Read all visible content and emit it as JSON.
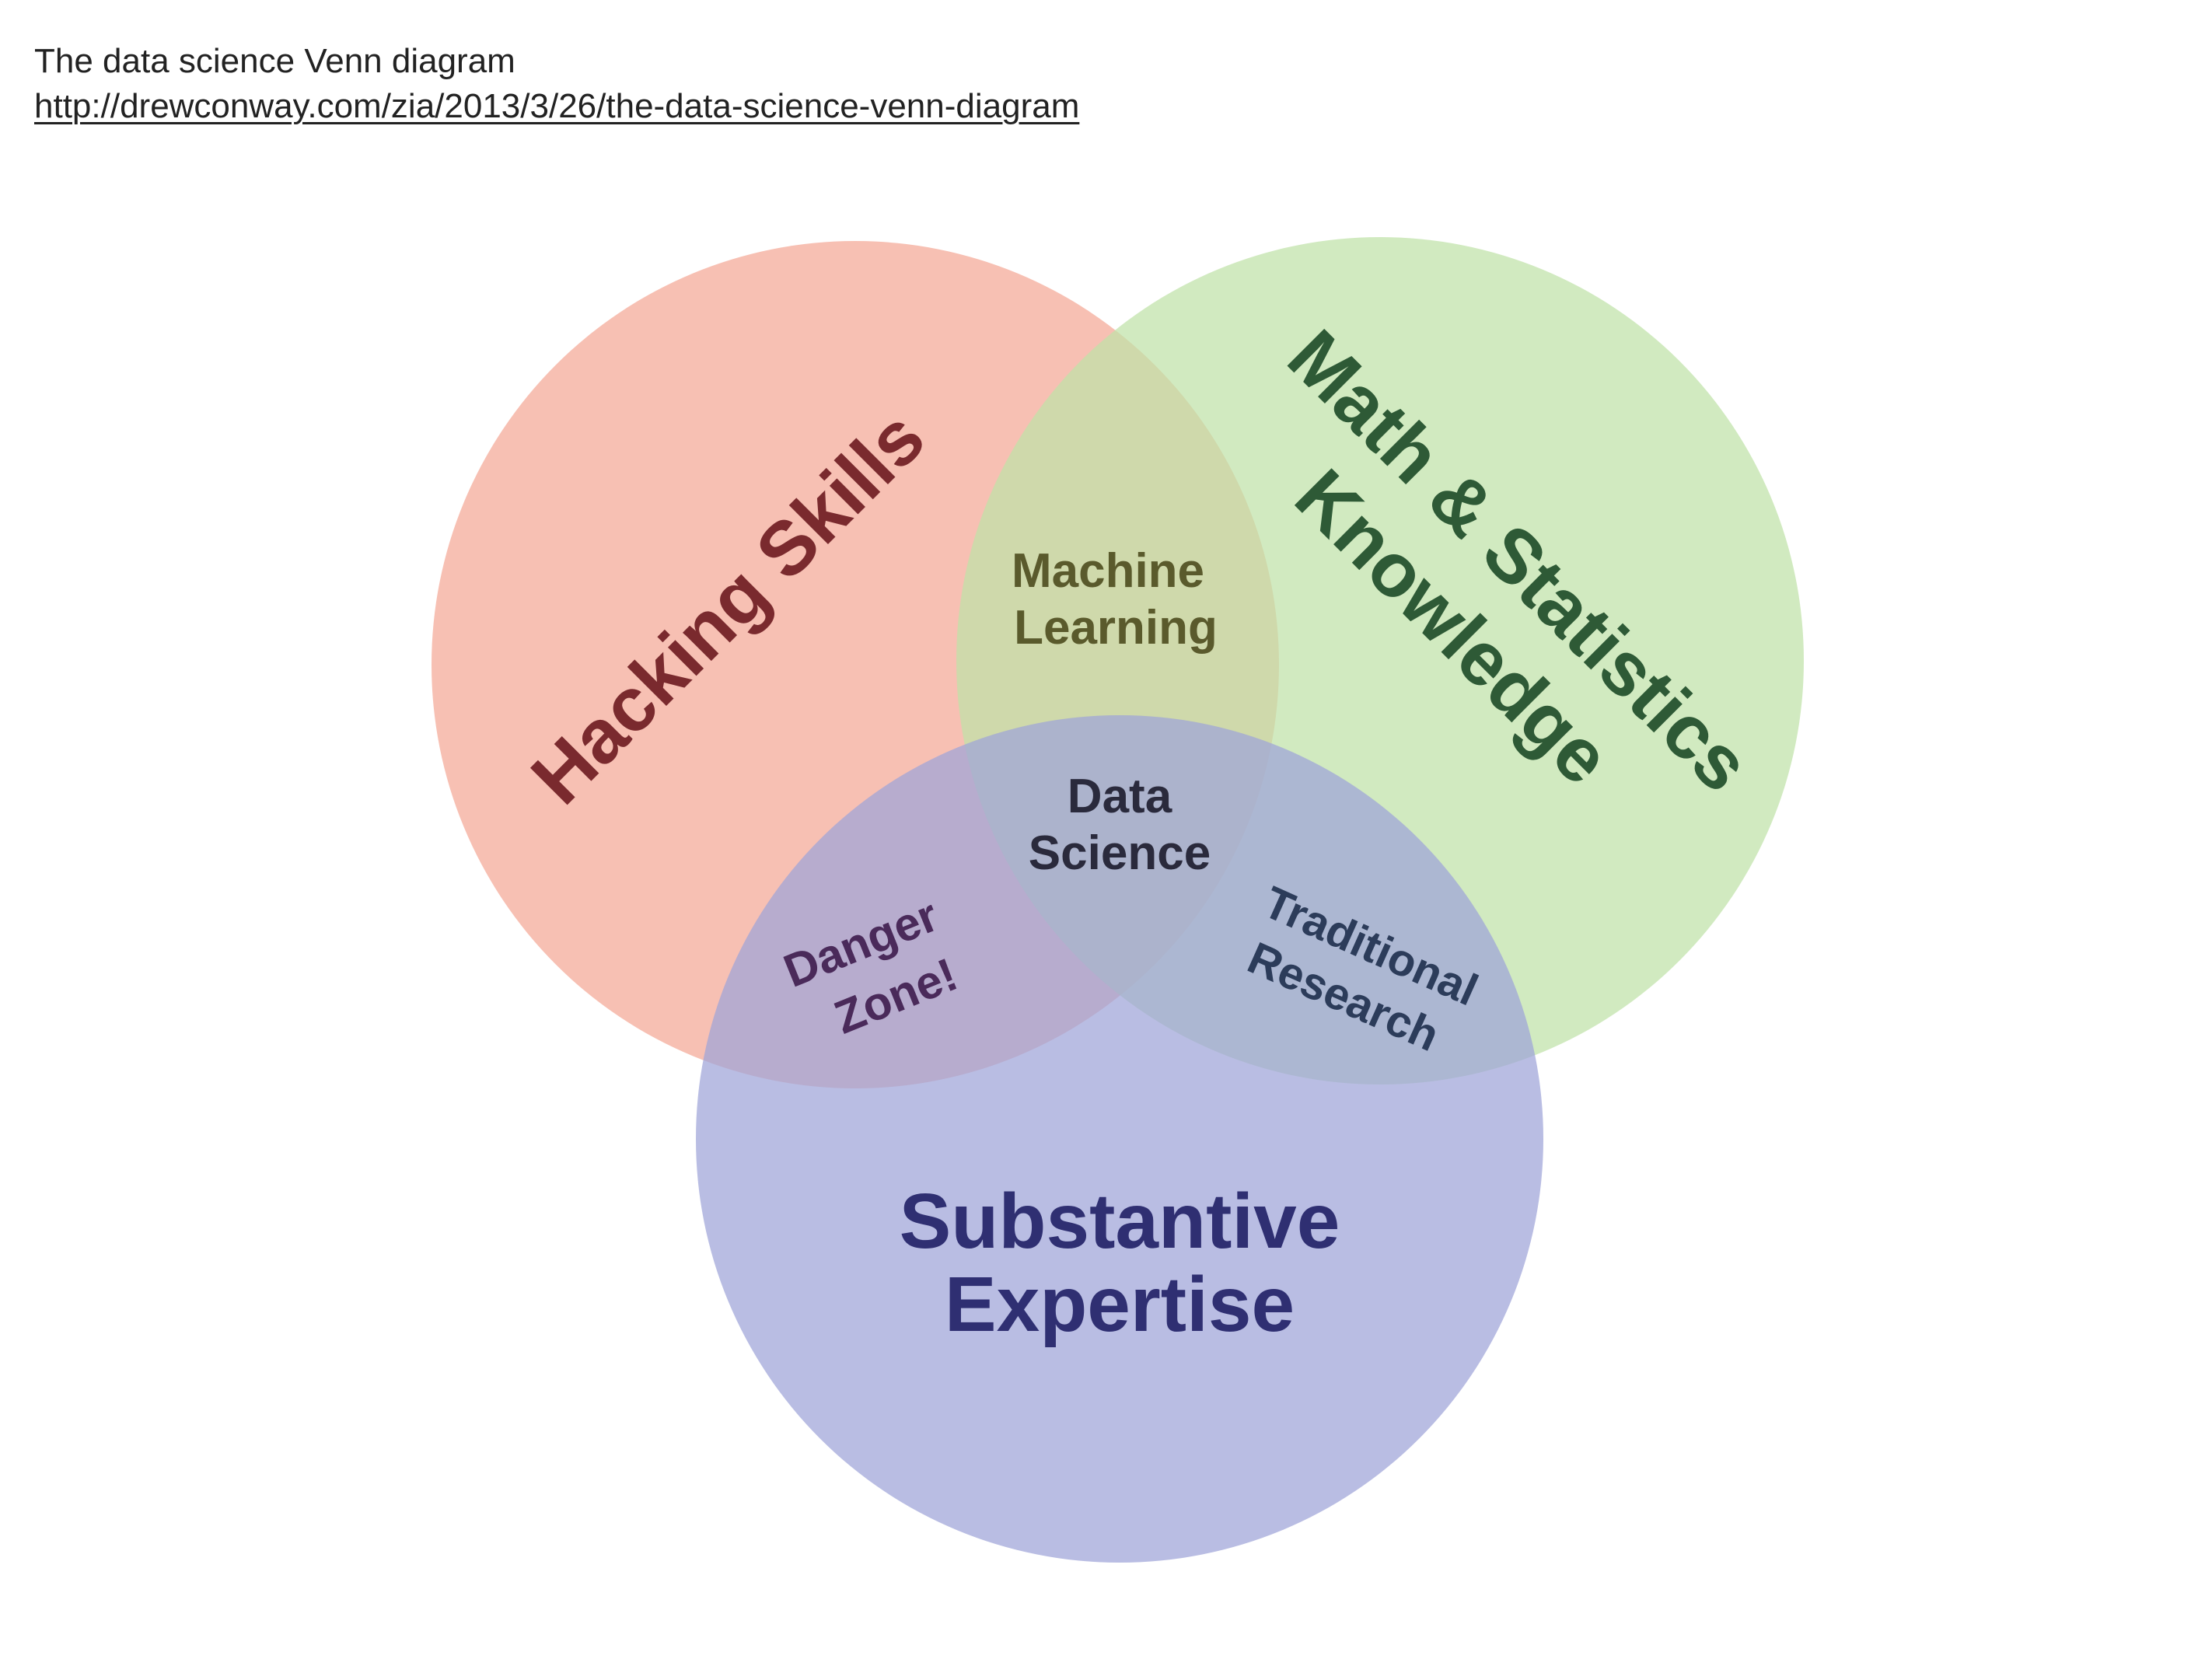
{
  "header": {
    "title": "The data science Venn diagram",
    "link_text": "http://drewconway.com/zia/2013/3/26/the-data-science-venn-diagram"
  },
  "diagram": {
    "circles": {
      "hacking": {
        "label": "Hacking Skills",
        "fill": "#f4a896",
        "text_color": "#7a2a2e"
      },
      "math": {
        "label_line1": "Math & Statistics",
        "label_line2": "Knowledge",
        "fill": "#bfe2a8",
        "text_color": "#2e5a36"
      },
      "substantive": {
        "label_line1": "Substantive",
        "label_line2": "Expertise",
        "fill": "#9ea3d8",
        "text_color": "#2f2f72"
      }
    },
    "regions": {
      "machine_learning": {
        "line1": "Machine",
        "line2": "Learning",
        "text_color": "#5a5a2c"
      },
      "data_science": {
        "line1": "Data",
        "line2": "Science",
        "text_color": "#2a2a3c"
      },
      "danger_zone": {
        "line1": "Danger",
        "line2": "Zone!",
        "text_color": "#4a2a5a"
      },
      "traditional_research": {
        "line1": "Traditional",
        "line2": "Research",
        "text_color": "#2c3c5a"
      }
    }
  }
}
